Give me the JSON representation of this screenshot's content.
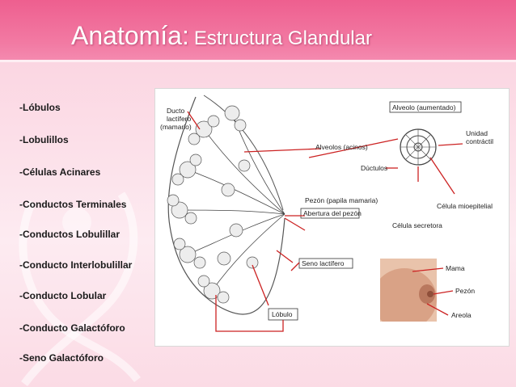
{
  "title": {
    "main": "Anatomía:",
    "sub": "Estructura Glandular"
  },
  "list": [
    "-Lóbulos",
    "-Lobulillos",
    "-Células Acinares",
    "-Conductos Terminales",
    "-Conductos Lobulillar",
    "-Conducto Interlobulillar",
    "-Conducto Lobular",
    "-Conducto Galactóforo",
    "-Seno Galactóforo"
  ],
  "diagram": {
    "labels": {
      "ducto": [
        "Ducto",
        "lactífero",
        "(mamario)"
      ],
      "alveolo_aumentado": "Alveolo (aumentado)",
      "unidad": [
        "Unidad",
        "contráctil"
      ],
      "alveolos": "Alveolos (acinos)",
      "ductulos": "Dúctulos",
      "pezon_papila": "Pezón (papila mamaria)",
      "celula_mioepitelial": "Célula mioepitelial",
      "abertura": "Abertura del pezón",
      "celula_secretora": "Célula secretora",
      "seno": "Seno lactífero",
      "lobulo": "Lóbulo",
      "mama": "Mama",
      "pezon": "Pezón",
      "areola": "Areola"
    }
  },
  "colors": {
    "accent": "#ee5f8f",
    "leader_line": "#cc2222",
    "text": "#1a1a1a"
  }
}
